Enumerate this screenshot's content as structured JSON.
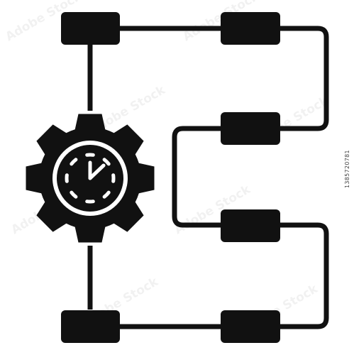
{
  "colors": {
    "ink": "#111111",
    "background": "#ffffff",
    "gear_ring": "#ffffff"
  },
  "icon": {
    "name": "workflow-process-gear-icon",
    "boxes": [
      "top-left",
      "top-right",
      "upper-middle",
      "lower-middle",
      "bottom-left",
      "bottom-right"
    ],
    "gear": "gear-with-clock"
  },
  "watermark": {
    "id_text": "1385720781",
    "brand": "Adobe Stock"
  }
}
